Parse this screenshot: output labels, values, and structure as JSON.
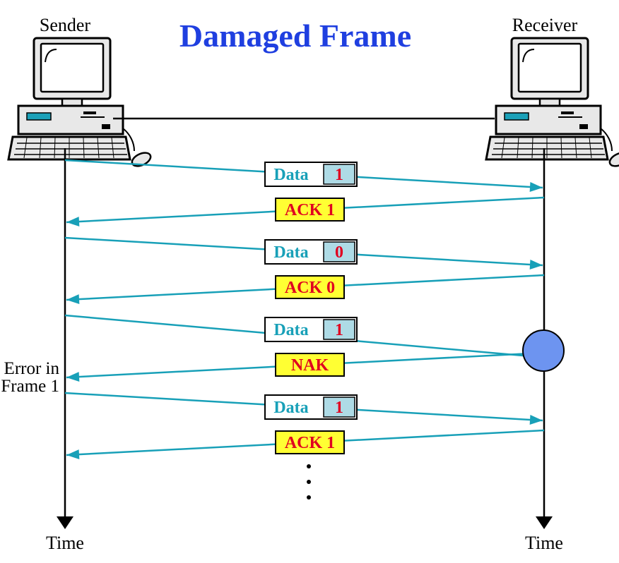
{
  "title": "Damaged Frame",
  "sender": {
    "label": "Sender",
    "time_label": "Time"
  },
  "receiver": {
    "label": "Receiver",
    "time_label": "Time"
  },
  "error_note": {
    "line1": "Error in",
    "line2": "Frame 1"
  },
  "frames": [
    {
      "data_label": "Data",
      "seq": "1",
      "reply": "ACK 1",
      "damaged": false
    },
    {
      "data_label": "Data",
      "seq": "0",
      "reply": "ACK 0",
      "damaged": false
    },
    {
      "data_label": "Data",
      "seq": "1",
      "reply": "NAK",
      "damaged": true
    },
    {
      "data_label": "Data",
      "seq": "1",
      "reply": "ACK 1",
      "damaged": false
    }
  ],
  "colors": {
    "title": "#1f3fe0",
    "arrow": "#18a0b8",
    "data_text": "#18a0b8",
    "seq_text": "#e00020",
    "seq_fill": "#aedbe6",
    "ack_fill": "#ffff33",
    "ack_text": "#e00020",
    "error_circle": "#6d94f0"
  },
  "icons": {
    "computer": "desktop-computer-icon"
  }
}
